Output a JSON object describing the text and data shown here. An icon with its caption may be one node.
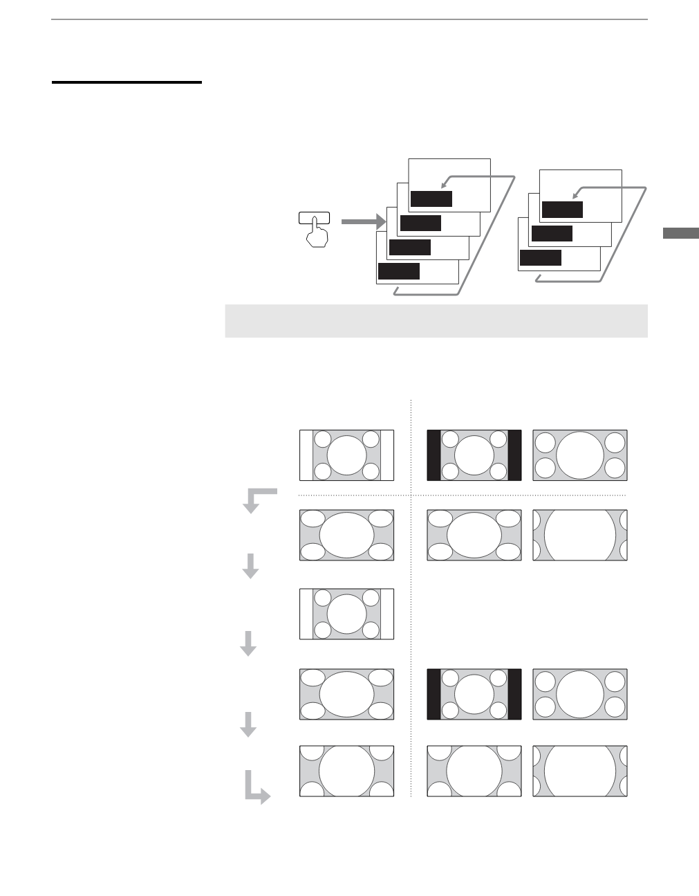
{
  "diagram": {
    "nodes": [
      {
        "text": [],
        "shape": "picture"
      },
      {
        "text": [],
        "shape": "box"
      },
      {
        "text": [],
        "shape": "box"
      },
      {
        "text": [],
        "shape": "box"
      },
      {
        "text": [],
        "shape": "box"
      },
      {
        "text": [],
        "shape": "box"
      },
      {
        "text": [],
        "shape": "box"
      },
      {
        "text": [],
        "shape": "box"
      }
    ],
    "edges": [
      {
        "from": 0,
        "to": 3,
        "arrow": "to",
        "style": "thick"
      },
      {
        "from": 4,
        "to": 1,
        "arrow": "to"
      },
      {
        "from": 7,
        "to": 5,
        "arrow": "to"
      }
    ]
  }
}
